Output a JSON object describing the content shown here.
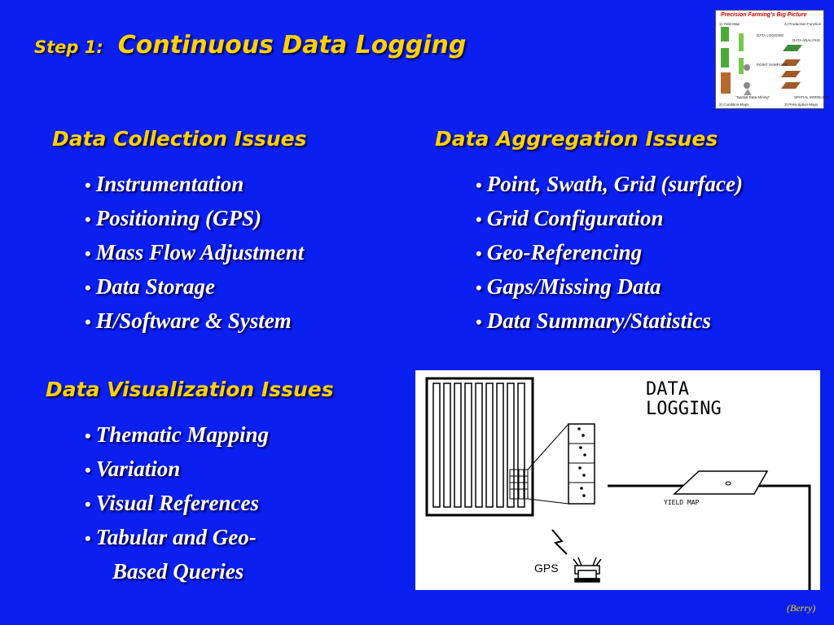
{
  "slide": {
    "step_label": "Step 1:",
    "title": "Continuous Data Logging",
    "credit_open": "(",
    "credit_name": "Berry",
    "credit_close": ")"
  },
  "sections": {
    "collection": {
      "heading": "Data Collection Issues",
      "items": [
        "Instrumentation",
        "Positioning (GPS)",
        "Mass Flow Adjustment",
        "Data Storage",
        "H/Software & System"
      ]
    },
    "aggregation": {
      "heading": "Data Aggregation Issues",
      "items": [
        "Point, Swath, Grid (surface)",
        "Grid Configuration",
        "Geo-Referencing",
        "Gaps/Missing Data",
        "Data Summary/Statistics"
      ]
    },
    "visualization": {
      "heading": "Data Visualization Issues",
      "items": [
        "Thematic Mapping",
        "Variation",
        "Visual References",
        "Tabular and Geo-",
        "Based Queries"
      ]
    }
  },
  "thumbnail": {
    "title": "Precision Farming's Big Picture",
    "labels": {
      "yield_map": "1) Yield Map",
      "production_function": "4) Production Function",
      "data_logging": "DATA LOGGING",
      "data_analysis": "DATA ANALYSIS",
      "point_sampling": "POINT SAMPLING",
      "spatial_data_mining": "\"Spatial Data Mining\"",
      "spatial_modeling": "SPATIAL MODELING",
      "condition_maps": "2) Condition Maps",
      "prescription_maps": "3) Prescription Maps"
    }
  },
  "diagram": {
    "title_line1": "DATA",
    "title_line2": "LOGGING",
    "yield_map_label": "YIELD MAP",
    "gps_label": "GPS"
  },
  "colors": {
    "background": "#0a1ff0",
    "heading": "#ffd200",
    "body_text": "#ffffff"
  }
}
